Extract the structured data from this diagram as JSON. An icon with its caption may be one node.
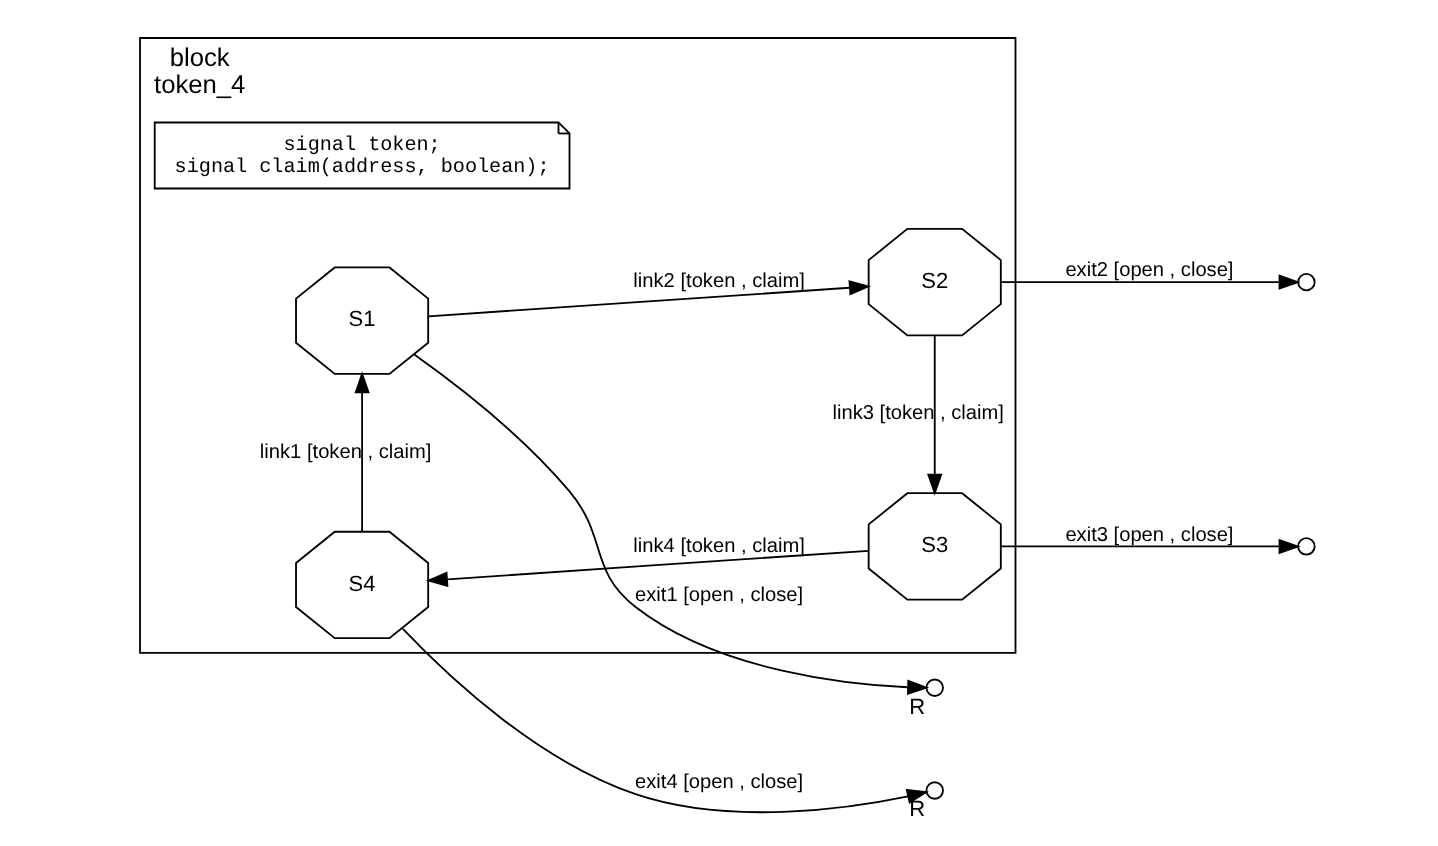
{
  "diagram": {
    "nodes": [
      {
        "text": [
          "block",
          "token_4"
        ]
      },
      {
        "text": [
          "signal token;",
          "signal claim(address, boolean);"
        ],
        "in": 0
      },
      {
        "text": [],
        "shape": "circle",
        "beside": [
          "R"
        ]
      },
      {
        "text": [
          "S1"
        ],
        "in": 0
      },
      {
        "text": [
          "S2"
        ],
        "in": 0
      },
      {
        "text": [],
        "shape": "circle"
      },
      {
        "text": [],
        "shape": "circle",
        "beside": [
          "R"
        ]
      },
      {
        "text": [
          "S4"
        ],
        "in": 0
      },
      {
        "text": [
          "S3"
        ],
        "in": 0
      },
      {
        "text": [],
        "shape": "circle"
      }
    ],
    "edges": [
      {
        "from": 3,
        "to": 2,
        "arrow": "to",
        "label": "exit1 [open , close]"
      },
      {
        "from": 3,
        "to": 4,
        "arrow": "to",
        "label": "link2 [token , claim]"
      },
      {
        "from": 4,
        "to": 5,
        "arrow": "to",
        "label": "exit2 [open , close]"
      },
      {
        "from": 7,
        "to": 3,
        "arrow": "to",
        "label": "link1 [token , claim]"
      },
      {
        "from": 4,
        "to": 8,
        "arrow": "to",
        "label": "link3 [token , claim]"
      },
      {
        "from": 7,
        "to": 6,
        "arrow": "to",
        "label": "exit4 [open , close]"
      },
      {
        "from": 8,
        "to": 7,
        "arrow": "to",
        "label": "link4 [token , claim]"
      },
      {
        "from": 8,
        "to": 9,
        "arrow": "to",
        "label": "exit3 [open , close]"
      }
    ]
  }
}
